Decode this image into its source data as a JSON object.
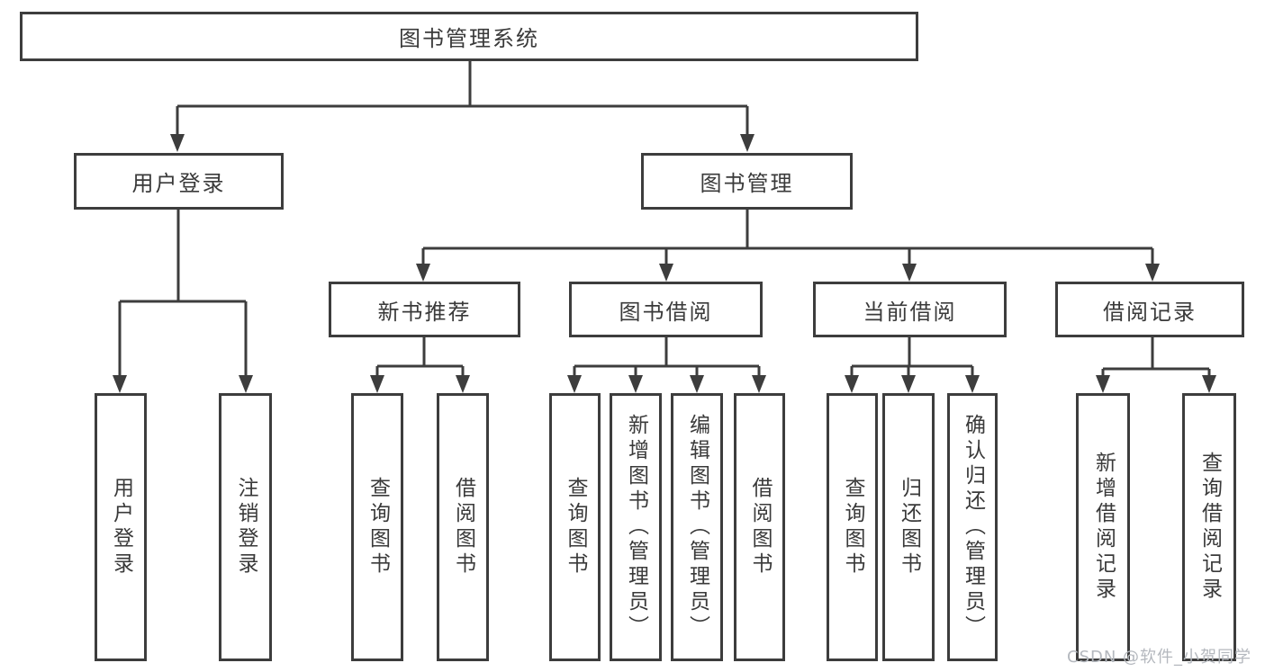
{
  "chart": {
    "root": {
      "label": "图书管理系统"
    },
    "level2": [
      {
        "label": "用户登录"
      },
      {
        "label": "图书管理"
      }
    ],
    "level3": [
      {
        "label": "新书推荐"
      },
      {
        "label": "图书借阅"
      },
      {
        "label": "当前借阅"
      },
      {
        "label": "借阅记录"
      }
    ],
    "leaves": {
      "user_login": [
        "用户登录",
        "注销登录"
      ],
      "new_book_recommend": [
        "查询图书",
        "借阅图书"
      ],
      "book_borrowing": [
        "查询图书",
        "新增图书（管理员）",
        "编辑图书（管理员）",
        "借阅图书"
      ],
      "current_borrowing": [
        "查询图书",
        "归还图书",
        "确认归还（管理员）"
      ],
      "borrowing_records": [
        "新增借阅记录",
        "查询借阅记录"
      ]
    }
  },
  "watermark": "CSDN @软件_小贺同学",
  "colors": {
    "line": "#3d3d3d",
    "box_border": "#3d3d3d",
    "box_fill": "#ffffff",
    "text": "#3a3a3a",
    "watermark_text": "#b4b8be"
  }
}
